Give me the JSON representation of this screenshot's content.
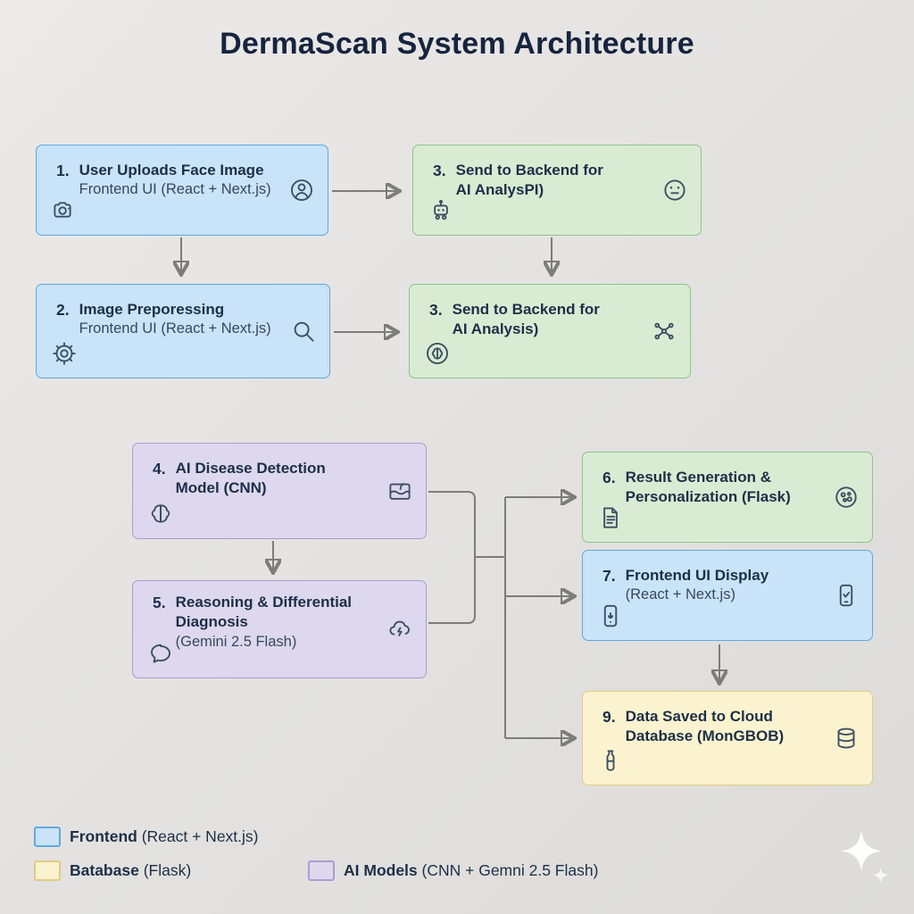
{
  "title": "DermaScan System Architecture",
  "nodes": {
    "n1": {
      "number": "1.",
      "line1": "User Uploads Face Image",
      "line2": "Frontend UI (React + Next.js)",
      "icon_left": "camera-icon",
      "icon_right": "user-icon"
    },
    "n3a": {
      "number": "3.",
      "line1": "Send to Backend for",
      "line2": "AI AnalysPI)",
      "icon_left": "robot-icon",
      "icon_right": "face-icon"
    },
    "n2": {
      "number": "2.",
      "line1": "Image Preporessing",
      "line2": "Frontend UI (React + Next.js)",
      "icon_left": "gear-icon",
      "icon_right": "magnifier-icon"
    },
    "n3b": {
      "number": "3.",
      "line1": "Send to Backend for",
      "line2": "AI Analysis)",
      "icon_left": "brain-head-icon",
      "icon_right": "network-icon"
    },
    "n4": {
      "number": "4.",
      "line1": "AI Disease Detection",
      "line2": "Model (CNN)",
      "icon_left": "brain-icon",
      "icon_right": "skin-icon"
    },
    "n5": {
      "number": "5.",
      "line1": "Reasoning & Differential",
      "line2": "Diagnosis",
      "line3": "(Gemini 2.5 Flash)",
      "icon_left": "chat-icon",
      "icon_right": "cloud-bolt-icon"
    },
    "n6": {
      "number": "6.",
      "line1": "Result Generation &",
      "line2": "Personalization (Flask)",
      "icon_left": "document-icon",
      "icon_right": "cells-icon"
    },
    "n7": {
      "number": "7.",
      "line1": "Frontend UI Display",
      "line2": "(React + Next.js)",
      "icon_left": "phone-mic-icon",
      "icon_right": "phone-check-icon"
    },
    "n9": {
      "number": "9.",
      "line1": "Data Saved to Cloud",
      "line2": "Database (MonGBOB)",
      "icon_left": "bottle-icon",
      "icon_right": "database-icon"
    }
  },
  "legend": {
    "frontend": {
      "bold": "Frontend",
      "rest": " (React + Next.js)"
    },
    "database": {
      "bold": "Batabase",
      "rest": " (Flask)"
    },
    "ai": {
      "bold": "AI Models",
      "rest": " (CNN + Gemni 2.5 Flash)"
    }
  },
  "colors": {
    "frontend_fill": "#c9e3f8",
    "frontend_border": "#5fa8e3",
    "backend_fill": "#d9ecd3",
    "backend_border": "#8fc28a",
    "ai_fill": "#ddd8ee",
    "ai_border": "#a79ed1",
    "database_fill": "#fbf3cf",
    "database_border": "#e2cb81",
    "arrow": "#7c7c7c",
    "title_text": "#16243f",
    "body_text": "#1d2f47"
  }
}
